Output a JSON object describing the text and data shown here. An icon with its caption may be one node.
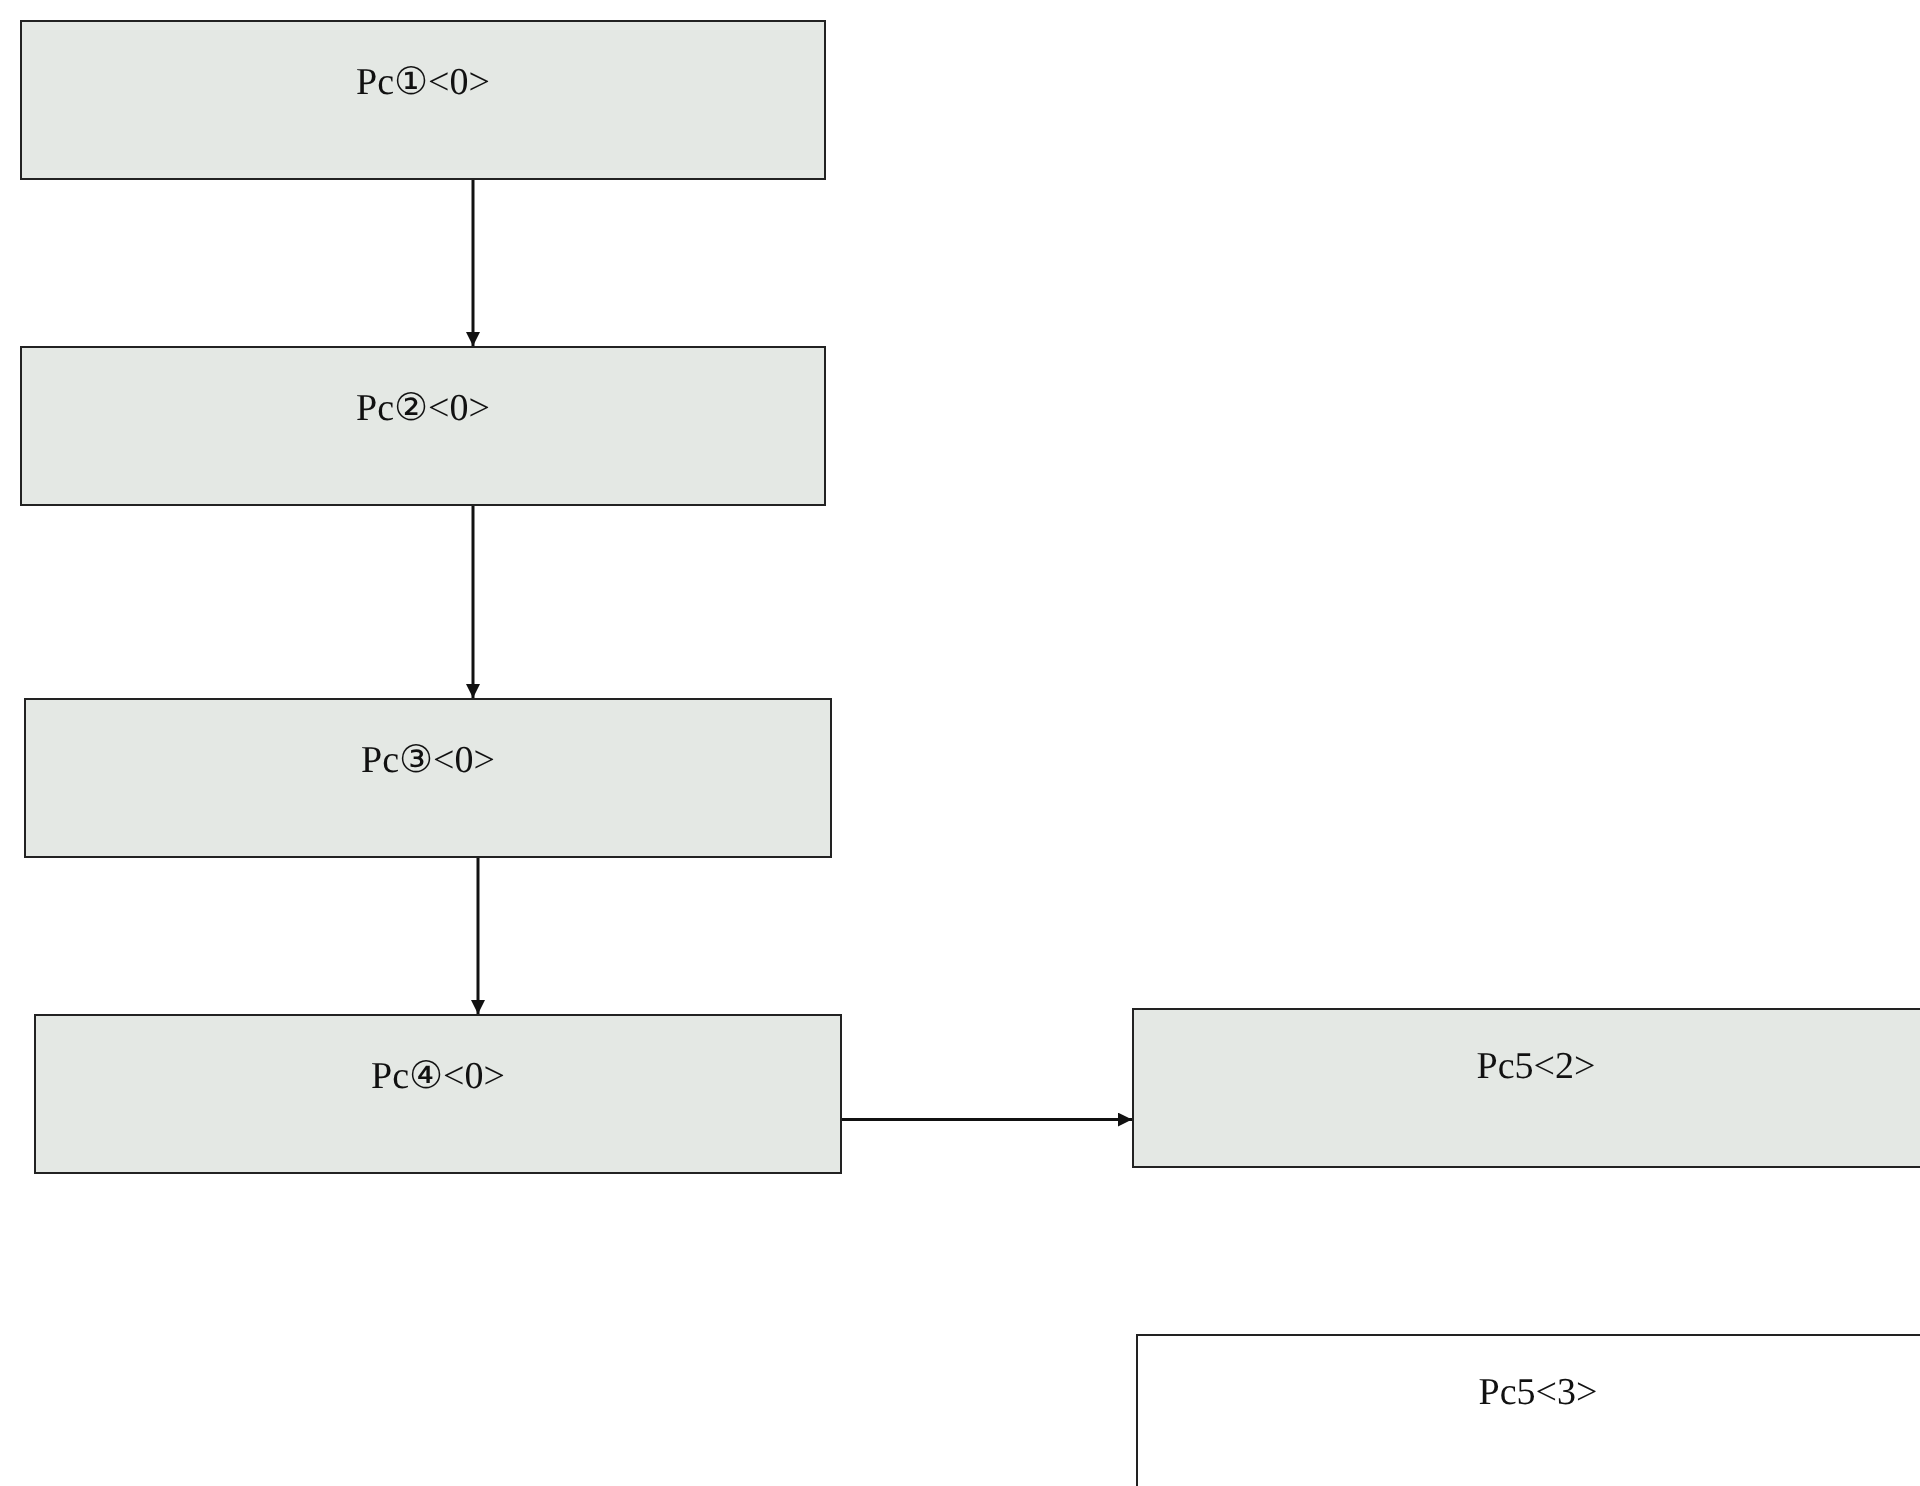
{
  "diagram": {
    "nodes": [
      {
        "text": [
          "Pc①<0>"
        ]
      },
      {
        "text": [
          "Pc②<0>"
        ]
      },
      {
        "text": [
          "Pc③<0>"
        ]
      },
      {
        "text": [
          "Pc④<0>"
        ]
      },
      {
        "text": [
          "Pc5<2>"
        ]
      },
      {
        "text": [
          "Pc5<3>"
        ]
      }
    ],
    "edges": [
      {
        "from": 0,
        "to": 1,
        "arrow": "to"
      },
      {
        "from": 1,
        "to": 2,
        "arrow": "to"
      },
      {
        "from": 2,
        "to": 3,
        "arrow": "to"
      },
      {
        "from": 3,
        "to": 4,
        "arrow": "to"
      }
    ]
  }
}
